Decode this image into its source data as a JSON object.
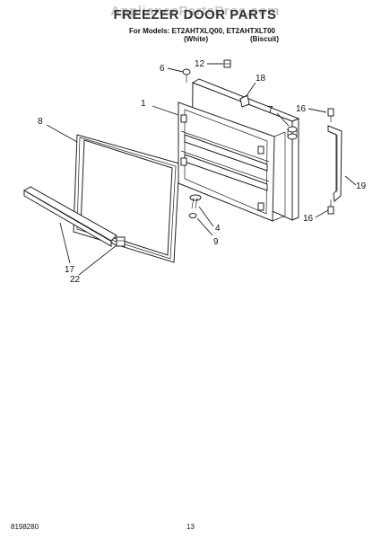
{
  "watermark": "AppliancePartsPros.com",
  "title": "FREEZER DOOR PARTS",
  "models_label": "For Models: ET2AHTXLQ00, ET2AHTXLT00",
  "variant_white": "(White)",
  "variant_biscuit": "(Biscuit)",
  "document_number": "8198280",
  "page_number": "13",
  "callouts": [
    "1",
    "4",
    "6",
    "7",
    "8",
    "9",
    "12",
    "16",
    "16",
    "17",
    "18",
    "19",
    "22"
  ]
}
